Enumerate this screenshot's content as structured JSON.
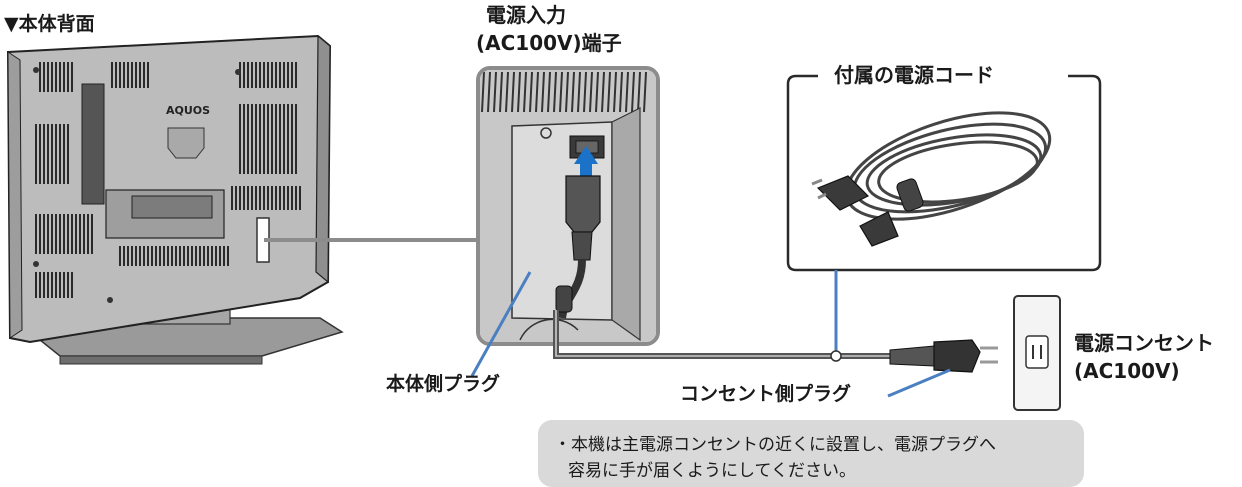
{
  "labels": {
    "rear_view_marker": "▼",
    "rear_view_text": "本体背面",
    "power_input_line1": "電源入力",
    "power_input_line2": "(AC100V)端子",
    "supplied_cord": "付属の電源コード",
    "body_side_plug": "本体側プラグ",
    "outlet_side_plug": "コンセント側プラグ",
    "outlet_line1": "電源コンセント",
    "outlet_line2": "(AC100V)",
    "tv_logo": "AQUOS"
  },
  "note": {
    "line1": "・本機は主電源コンセントの近くに設置し、電源プラグへ",
    "line2": "容易に手が届くようにしてください。"
  },
  "colors": {
    "callout_line": "#4a7fc1",
    "frame_gray": "#8c8c8c",
    "note_bg": "#d9d9d9",
    "tv_body": "#b9b9b9"
  }
}
